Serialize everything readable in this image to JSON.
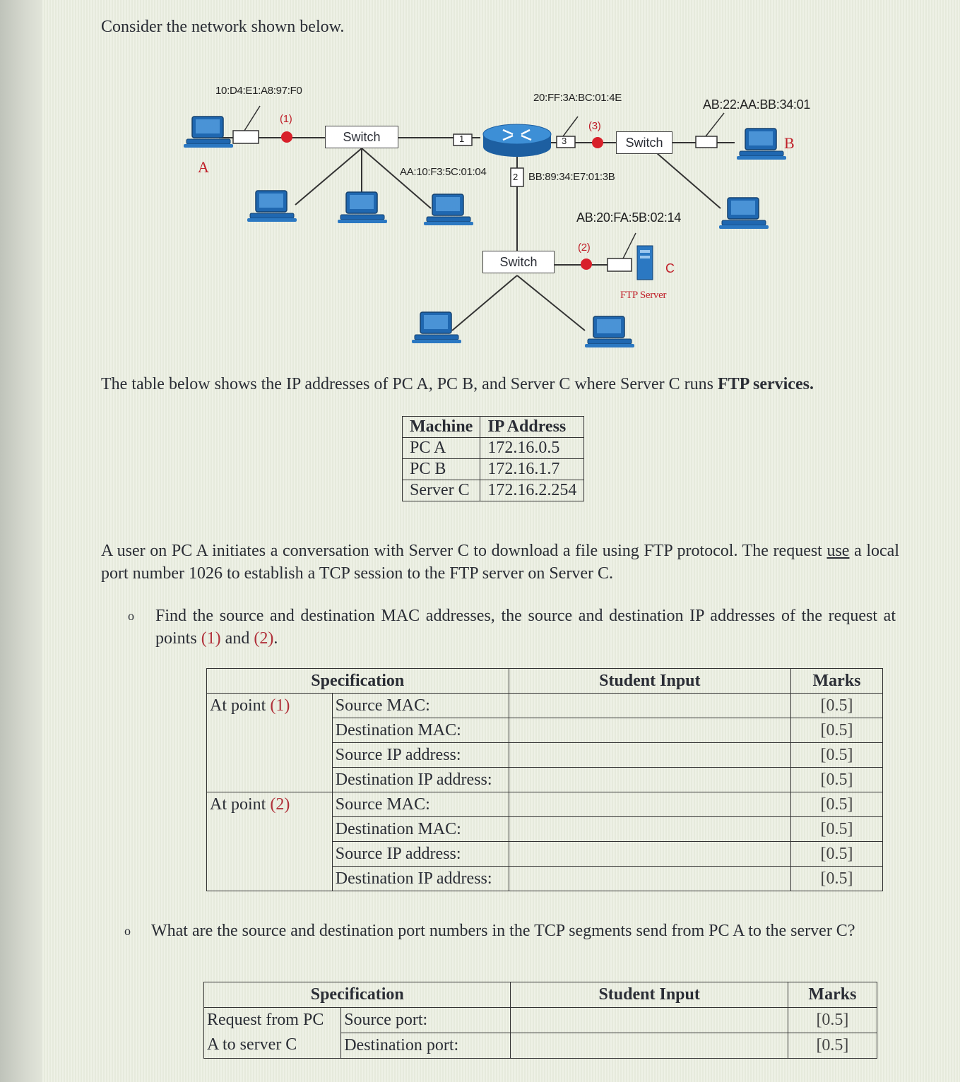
{
  "intro": "Consider the network shown below.",
  "diagram": {
    "labels": {
      "mac_a": "10:D4:E1:A8:97:F0",
      "point1": "(1)",
      "host_a": "A",
      "switch_left": "Switch",
      "mac_router1": "AA:10:F3:5C:01:04",
      "port1": "1",
      "mac_router_top": "20:FF:3A:BC:01:4E",
      "port3": "3",
      "point3": "(3)",
      "port2": "2",
      "mac_router2": "BB:89:34:E7:01:3B",
      "switch_right": "Switch",
      "mac_b": "AB:22:AA:BB:34:01",
      "host_b": "B",
      "mac_c": "AB:20:FA:5B:02:14",
      "point2": "(2)",
      "switch_bottom": "Switch",
      "host_c": "C",
      "ftp_server": "FTP Server"
    },
    "colors": {
      "pc": "#1f67b0",
      "router": "#2b78c2",
      "point": "#d8202a"
    }
  },
  "table_caption": {
    "before": "The table below shows the IP addresses of PC A, PC B, and Server C where Server C runs ",
    "bold": "FTP services."
  },
  "ip_table": {
    "headers": [
      "Machine",
      "IP Address"
    ],
    "rows": [
      [
        "PC A",
        "172.16.0.5"
      ],
      [
        "PC B",
        "172.16.1.7"
      ],
      [
        "Server C",
        "172.16.2.254"
      ]
    ]
  },
  "paragraph": {
    "part1": "A user on PC A initiates a conversation with Server C to download a file using FTP protocol. The request ",
    "underlined": "use",
    "part2": " a local port number 1026 to establish a TCP session to the FTP server on Server C."
  },
  "bullet_symbol": "o",
  "question1": {
    "text": "Find the source and destination MAC addresses, the source and destination IP addresses of the request at points ",
    "p1": "(1)",
    "and": " and ",
    "p2": "(2)",
    "end": "."
  },
  "table1": {
    "headers": [
      "Specification",
      "Student Input",
      "Marks"
    ],
    "groups": [
      {
        "label_text": "At point ",
        "label_point": "(1)",
        "fields": [
          "Source MAC:",
          "Destination MAC:",
          "Source IP address:",
          "Destination IP address:"
        ]
      },
      {
        "label_text": "At point ",
        "label_point": "(2)",
        "fields": [
          "Source MAC:",
          "Destination MAC:",
          "Source IP address:",
          "Destination IP address:"
        ]
      }
    ],
    "mark": "[0.5]"
  },
  "question2": "What are the source and destination port numbers in the TCP segments send from PC A to the server C?",
  "table2": {
    "headers": [
      "Specification",
      "Student Input",
      "Marks"
    ],
    "label_line1": "Request from PC",
    "label_line2": "A to server C",
    "fields": [
      "Source port:",
      "Destination port:"
    ],
    "mark": "[0.5]"
  }
}
